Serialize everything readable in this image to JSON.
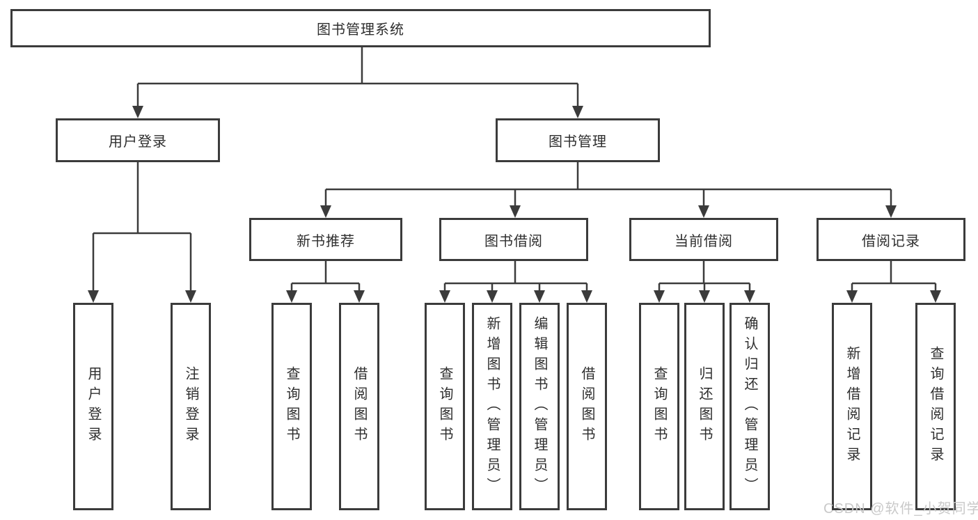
{
  "tree": {
    "root": "图书管理系统",
    "branches": [
      {
        "label": "用户登录",
        "children": [
          "用户登录",
          "注销登录"
        ]
      },
      {
        "label": "图书管理",
        "sections": [
          {
            "label": "新书推荐",
            "children": [
              "查询图书",
              "借阅图书"
            ]
          },
          {
            "label": "图书借阅",
            "children": [
              "查询图书",
              "新增图书（管理员）",
              "编辑图书（管理员）",
              "借阅图书"
            ]
          },
          {
            "label": "当前借阅",
            "children": [
              "查询图书",
              "归还图书",
              "确认归还（管理员）"
            ]
          },
          {
            "label": "借阅记录",
            "children": [
              "新增借阅记录",
              "查询借阅记录"
            ]
          }
        ]
      }
    ]
  },
  "watermark": "CSDN @软件_小贺同学",
  "colors": {
    "line": "#3b3b3b",
    "box_border": "#3b3b3b",
    "text": "#2e2e2e",
    "watermark": "#c9c9c9",
    "background": "#ffffff"
  }
}
